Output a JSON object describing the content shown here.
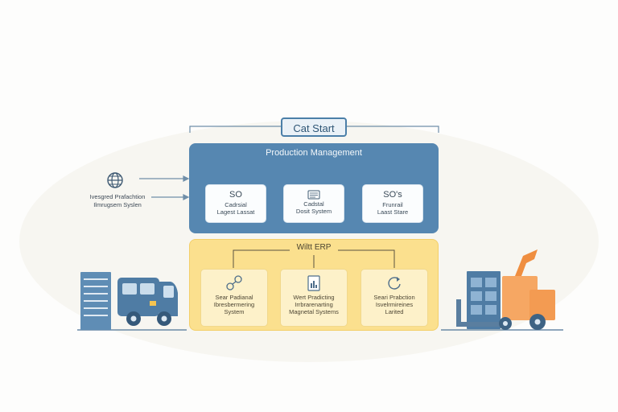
{
  "header": {
    "label": "Cat Start"
  },
  "production": {
    "title": "Production Management",
    "cards": [
      {
        "main": "SO",
        "sub": "Cadrsial\nLagest Lassat",
        "icon": ""
      },
      {
        "main": "",
        "sub": "Cadstal\nDosit System",
        "icon": "document-icon"
      },
      {
        "main": "SO's",
        "sub": "Frunrail\nLaast Stare",
        "icon": ""
      }
    ]
  },
  "erp": {
    "title": "Wiltt ERP",
    "cards": [
      {
        "text": "Sear Padianal\nIbresbermering\nSystem",
        "icon": "workflow-icon"
      },
      {
        "text": "Wert Pradicting\nIrrbrarenarting\nMagnetal Systems",
        "icon": "report-icon"
      },
      {
        "text": "Seari Prabction\nIsvelrmireines\nLarited",
        "icon": "cycle-icon"
      }
    ]
  },
  "side": {
    "icon": "globe-icon",
    "label": "Ivesgred Prafachtion\nIlmrugsem Syslen"
  },
  "illustrations": {
    "left": "delivery-truck-and-server-rack",
    "right": "forklift-with-warehouse-shelves"
  },
  "colors": {
    "blue_panel": "#5687b1",
    "yellow_panel": "#fbe08e",
    "truck_blue": "#4f7ca4",
    "forklift_orange": "#f39b52"
  }
}
